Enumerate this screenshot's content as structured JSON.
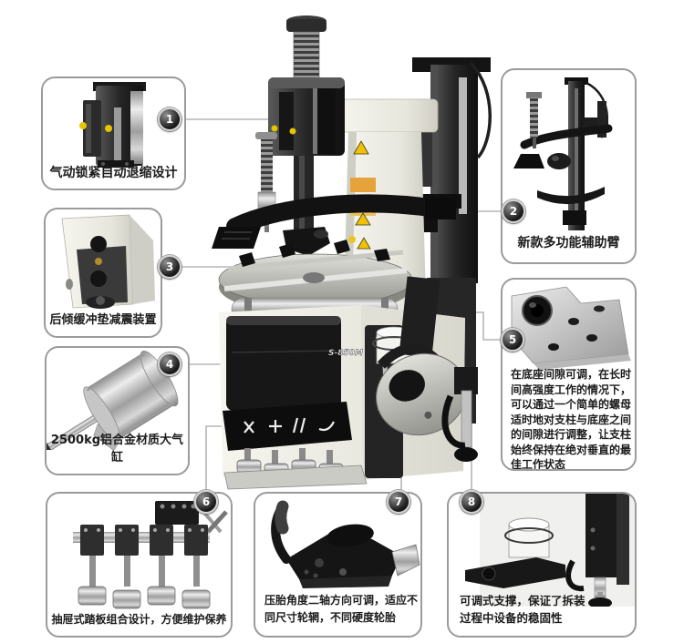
{
  "page": {
    "description": "轮胎拆装机功能特点图"
  },
  "machine": {
    "model": "S-850M"
  },
  "callouts": [
    {
      "num": "1",
      "label": "气动锁紧自动退缩设计"
    },
    {
      "num": "2",
      "label": "新款多功能辅助臂"
    },
    {
      "num": "3",
      "label": "后倾缓冲垫减震装置"
    },
    {
      "num": "4",
      "label": "2500kg铝合金材质大气缸"
    },
    {
      "num": "5",
      "label": "在底座间隙可调，在长时间高强度工作的情况下，可以通过一个简单的螺母适时地对支柱与底座之间的间隙进行调整，让支柱始终保持在绝对垂直的最佳工作状态"
    },
    {
      "num": "6",
      "label": "抽屉式踏板组合设计，方便维护保养"
    },
    {
      "num": "7",
      "label": "压胎角度二轴方向可调，适应不同尺寸轮辋，不同硬度轮胎"
    },
    {
      "num": "8",
      "label": "可调式支撑，保证了拆装过程中设备的稳固性"
    }
  ],
  "colors": {
    "box_border": "#9b9b9b",
    "connector": "#b5b5b5",
    "badge_dark": "#1a1a1a",
    "badge_ring": "#d4d4d4",
    "warning_yellow": "#f2c200",
    "machine_ivory": "#efeee6",
    "machine_black": "#1a1a1a"
  }
}
